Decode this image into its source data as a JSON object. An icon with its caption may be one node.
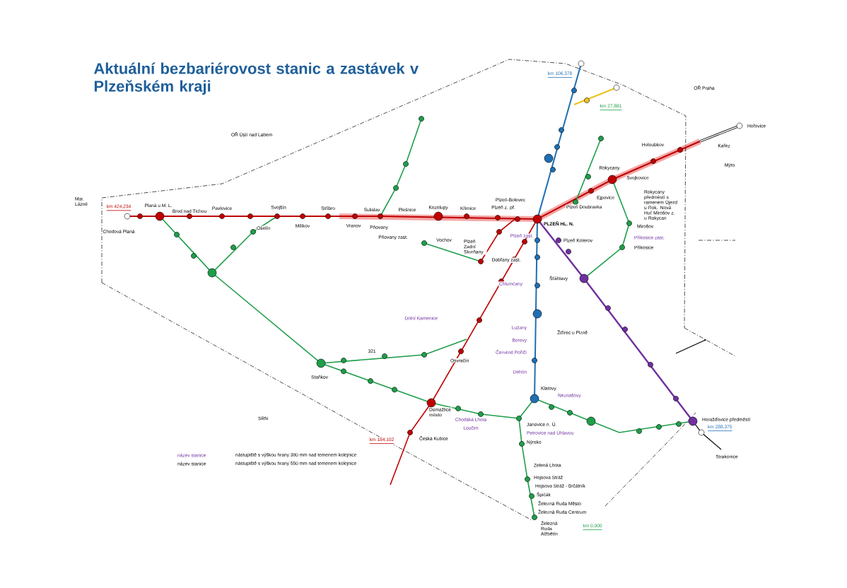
{
  "diagram": {
    "title": "Aktuální bezbariérovost stanic a zastávek v Plzeňském kraji",
    "labels": [
      "OŘ Ústí nad Labem",
      "OŘ Praha",
      "SRN",
      "Mar. Lázně",
      "km 424,234",
      "Planá u M. L.",
      "Brod nad Tichou",
      "Pavlovice",
      "Chodová Planá",
      "Ošelín",
      "Svojšín",
      "Milíkov",
      "Stříbro",
      "Vranov",
      "Sulislav",
      "Pňovany",
      "Pňovany zast.",
      "Plešnice",
      "Kozolupy",
      "Křimice",
      "Plzeň z. př.",
      "Plzeň-Bolevec",
      "Plzeň Doubravka",
      "Vochov",
      "Plzeň Zadní Skvrňany",
      "PLZEŇ HL. N.",
      "Plzeň zast.",
      "Dobřany zast.",
      "Plzeň Koterov",
      "Chlumčany",
      "Šťáhlavy",
      "Lužany",
      "Borovy",
      "Červené Poříčí",
      "Dehtín",
      "Žďírec u Plzně",
      "Dolní Kamenice",
      "Osvračín",
      "Domažlice město",
      "Chodská Lhota",
      "Loučim",
      "Klatovy",
      "Neznašovy",
      "Janovice n. Ú.",
      "Petrovice nad Úhlavou",
      "Nýrsko",
      "Zelená Lhota",
      "Hojsova Stráž",
      "Hojsova Stráž - Brčálník",
      "Špičák",
      "Železná Ruda Město",
      "Železná Ruda Centrum",
      "Železná Ruda Alžbětín",
      "km 0,000",
      "Horažďovice předměstí",
      "km 288,375",
      "Strakonice",
      "Staňkov",
      "321",
      "Rokycany",
      "Holoubkov",
      "Kařez",
      "Hořovice",
      "Mýto",
      "Ejpovice",
      "Svojkovice",
      "Rokycany předměstí s ramenem Újezd u Rok. Nová Huť Mirošov z. u Rokycan",
      "Mirošov",
      "Příkosice zast.",
      "Příkosice",
      "km 106,378",
      "km 27,881",
      "km 184,102",
      "Česká Kubice",
      "název stanice",
      "nástupiště s výškou hrany 380 mm nad temenem kolejnice",
      "název stanice",
      "nástupiště s výškou hrany 550 mm nad temenem kolejnice"
    ]
  }
}
